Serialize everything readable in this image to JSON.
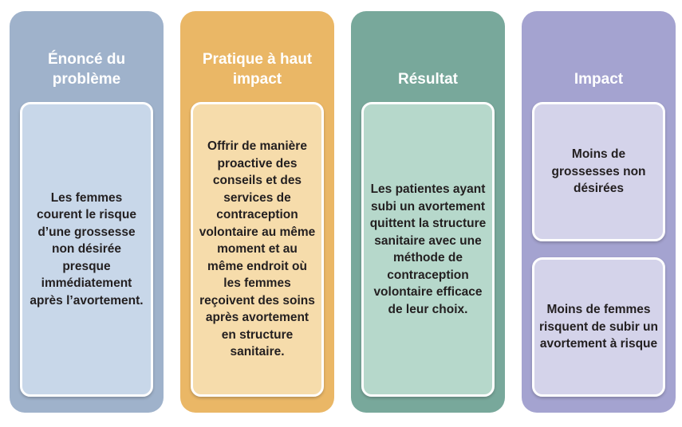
{
  "page": {
    "background": "#ffffff",
    "body_text_color": "#231f20",
    "header_text_color": "#ffffff"
  },
  "columns": [
    {
      "id": "enonce-du-probleme",
      "header": "Énoncé du problème",
      "outer_color": "#9fb2cb",
      "inner_color": "#c8d7e9",
      "bodies": [
        "Les femmes courent le risque d’une grossesse non désirée presque immédiatement après l’avortement."
      ]
    },
    {
      "id": "pratique-a-haut-impact",
      "header": "Pratique à haut impact",
      "outer_color": "#eab766",
      "inner_color": "#f6dcab",
      "bodies": [
        "Offrir de manière proactive des conseils et des services de contraception volontaire au même moment et au même endroit où les femmes reçoivent des soins après avortement en structure sanitaire."
      ]
    },
    {
      "id": "resultat",
      "header": "Résultat",
      "outer_color": "#78a89b",
      "inner_color": "#b6d8cb",
      "bodies": [
        "Les patientes ayant subi un avortement quittent la structure sanitaire avec une méthode de contraception volontaire efficace de leur choix."
      ]
    },
    {
      "id": "impact",
      "header": "Impact",
      "outer_color": "#a4a3d0",
      "inner_color": "#d4d3ea",
      "bodies": [
        "Moins de grossesses non désirées",
        "Moins de femmes risquent de subir un avortement à risque"
      ]
    }
  ]
}
